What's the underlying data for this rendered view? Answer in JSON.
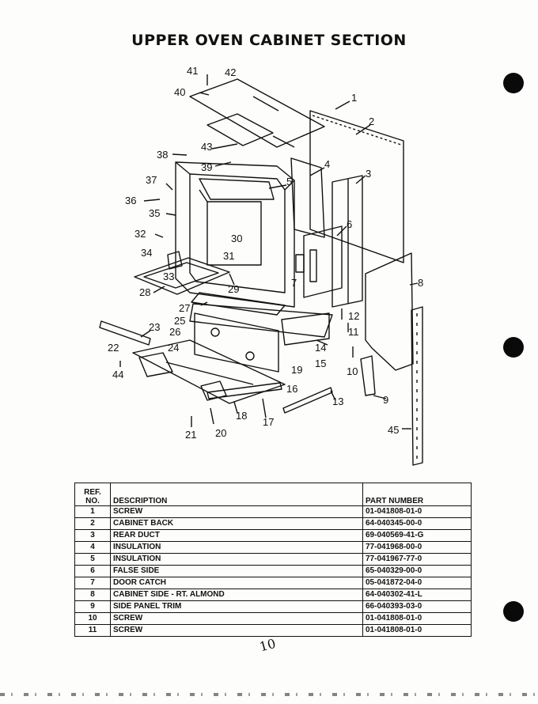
{
  "title": "UPPER OVEN CABINET SECTION",
  "page_mark": "10",
  "diagram": {
    "callouts": [
      "41",
      "42",
      "40",
      "1",
      "2",
      "38",
      "43",
      "39",
      "4",
      "3",
      "37",
      "5",
      "36",
      "35",
      "6",
      "32",
      "30",
      "31",
      "34",
      "33",
      "7",
      "8",
      "28",
      "29",
      "27",
      "25",
      "26",
      "12",
      "23",
      "11",
      "22",
      "14",
      "24",
      "15",
      "19",
      "44",
      "10",
      "16",
      "9",
      "18",
      "17",
      "13",
      "21",
      "20",
      "45"
    ]
  },
  "table": {
    "headers": {
      "ref": "REF. NO.",
      "description": "DESCRIPTION",
      "part_number": "PART NUMBER"
    },
    "rows": [
      {
        "ref": "1",
        "description": "SCREW",
        "part_number": "01-041808-01-0"
      },
      {
        "ref": "2",
        "description": "CABINET BACK",
        "part_number": "64-040345-00-0"
      },
      {
        "ref": "3",
        "description": "REAR DUCT",
        "part_number": "69-040569-41-G"
      },
      {
        "ref": "4",
        "description": "INSULATION",
        "part_number": "77-041968-00-0"
      },
      {
        "ref": "5",
        "description": "INSULATION",
        "part_number": "77-041967-77-0"
      },
      {
        "ref": "6",
        "description": "FALSE SIDE",
        "part_number": "65-040329-00-0"
      },
      {
        "ref": "7",
        "description": "DOOR CATCH",
        "part_number": "05-041872-04-0"
      },
      {
        "ref": "8",
        "description": "CABINET SIDE - RT. ALMOND",
        "part_number": "64-040302-41-L"
      },
      {
        "ref": "9",
        "description": "SIDE PANEL TRIM",
        "part_number": "66-040393-03-0"
      },
      {
        "ref": "10",
        "description": "SCREW",
        "part_number": "01-041808-01-0"
      },
      {
        "ref": "11",
        "description": "SCREW",
        "part_number": "01-041808-01-0"
      }
    ]
  }
}
